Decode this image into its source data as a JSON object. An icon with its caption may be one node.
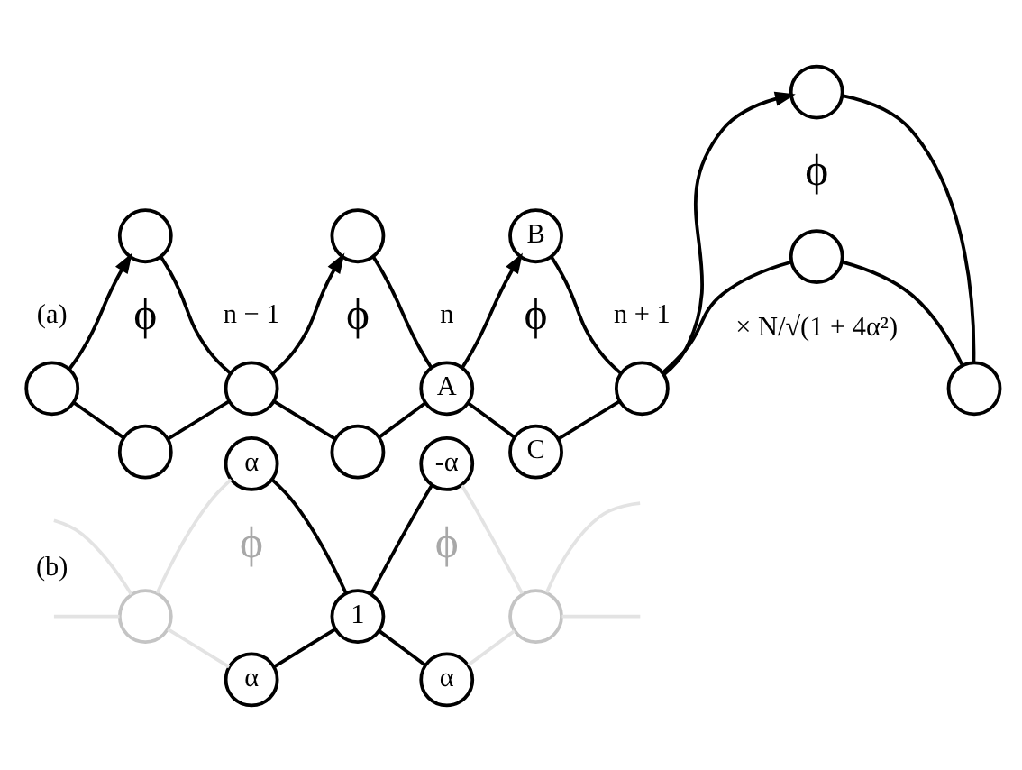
{
  "diagram": {
    "nodes": [
      {
        "text": [],
        "shape": "circle"
      },
      {
        "text": [],
        "shape": "circle"
      },
      {
        "text": [],
        "shape": "circle"
      },
      {
        "text": [],
        "shape": "circle"
      },
      {
        "text": [],
        "shape": "circle"
      },
      {
        "text": [],
        "shape": "circle"
      },
      {
        "text": [
          "A"
        ]
      },
      {
        "text": [
          "B"
        ]
      },
      {
        "text": [
          "C"
        ]
      },
      {
        "text": [],
        "shape": "circle"
      },
      {
        "text": [],
        "shape": "circle"
      },
      {
        "text": [],
        "shape": "circle"
      },
      {
        "text": [],
        "shape": "circle"
      },
      {
        "text": [],
        "shape": "circle"
      },
      {
        "text": [
          "α"
        ]
      },
      {
        "text": [
          "-α"
        ]
      },
      {
        "text": [
          "1"
        ]
      },
      {
        "text": [
          "α"
        ]
      },
      {
        "text": [
          "α"
        ]
      },
      {
        "text": [],
        "shape": "circle"
      }
    ],
    "edges": [
      {
        "from": 0,
        "to": 1,
        "arrow": "to"
      },
      {
        "from": 1,
        "to": 3,
        "arrow": "none"
      },
      {
        "from": 0,
        "to": 2,
        "arrow": "none"
      },
      {
        "from": 2,
        "to": 3,
        "arrow": "none"
      },
      {
        "from": 3,
        "to": 4,
        "arrow": "to"
      },
      {
        "from": 4,
        "to": 6,
        "arrow": "none"
      },
      {
        "from": 3,
        "to": 5,
        "arrow": "none"
      },
      {
        "from": 5,
        "to": 6,
        "arrow": "none"
      },
      {
        "from": 6,
        "to": 7,
        "arrow": "to"
      },
      {
        "from": 7,
        "to": 9,
        "arrow": "none"
      },
      {
        "from": 6,
        "to": 8,
        "arrow": "none"
      },
      {
        "from": 8,
        "to": 9,
        "arrow": "none"
      },
      {
        "from": 9,
        "to": 10,
        "arrow": "to"
      },
      {
        "from": 10,
        "to": 12,
        "arrow": "none"
      },
      {
        "from": 9,
        "to": 11,
        "arrow": "none"
      },
      {
        "from": 11,
        "to": 12,
        "arrow": "none"
      },
      {
        "from": null,
        "to": 13,
        "arrow": "none",
        "color": "#e3e3e3"
      },
      {
        "from": null,
        "to": 13,
        "arrow": "none",
        "color": "#e3e3e3"
      },
      {
        "from": 13,
        "to": 14,
        "arrow": "none",
        "color": "#e3e3e3"
      },
      {
        "from": 13,
        "to": 17,
        "arrow": "none",
        "color": "#e3e3e3"
      },
      {
        "from": 14,
        "to": 16,
        "arrow": "none"
      },
      {
        "from": 15,
        "to": 16,
        "arrow": "none"
      },
      {
        "from": 16,
        "to": 17,
        "arrow": "none"
      },
      {
        "from": 16,
        "to": 18,
        "arrow": "none"
      },
      {
        "from": 15,
        "to": 19,
        "arrow": "none",
        "color": "#e3e3e3"
      },
      {
        "from": 18,
        "to": 19,
        "arrow": "none",
        "color": "#e3e3e3"
      },
      {
        "from": 19,
        "to": null,
        "arrow": "none",
        "color": "#e3e3e3"
      },
      {
        "from": 19,
        "to": null,
        "arrow": "none",
        "color": "#e3e3e3"
      }
    ],
    "labels": [
      "(a)",
      "n − 1",
      "n",
      "n + 1",
      "ϕ",
      "ϕ",
      "ϕ",
      "ϕ",
      "(b)",
      "ϕ",
      "ϕ",
      "× N/√(1 + 4α²)"
    ]
  }
}
